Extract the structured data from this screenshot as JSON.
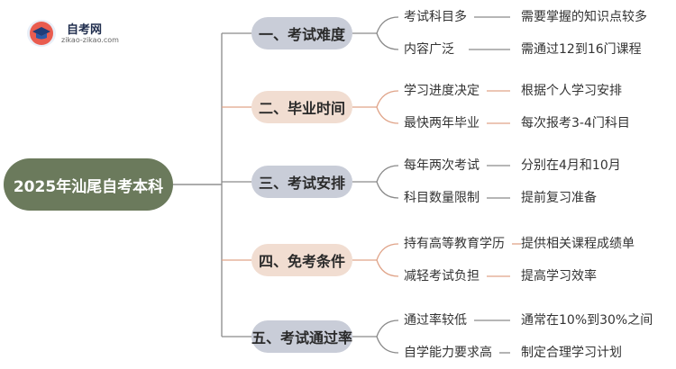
{
  "logo": {
    "title": "自考网",
    "subtitle": "zikao-zikao.com"
  },
  "root": {
    "label": "2025年汕尾自考本科"
  },
  "branches": [
    {
      "label": "一、考试难度",
      "color": "#c9cdd8",
      "items": [
        {
          "text": "考试科目多",
          "detail": "需要掌握的知识点较多"
        },
        {
          "text": "内容广泛",
          "detail": "需通过12到16门课程"
        }
      ]
    },
    {
      "label": "二、毕业时间",
      "color": "#f1ddd1",
      "items": [
        {
          "text": "学习进度决定",
          "detail": "根据个人学习安排"
        },
        {
          "text": "最快两年毕业",
          "detail": "每次报考3-4门科目"
        }
      ]
    },
    {
      "label": "三、考试安排",
      "color": "#c9cdd8",
      "items": [
        {
          "text": "每年两次考试",
          "detail": "分别在4月和10月"
        },
        {
          "text": "科目数量限制",
          "detail": "提前复习准备"
        }
      ]
    },
    {
      "label": "四、免考条件",
      "color": "#f1ddd1",
      "items": [
        {
          "text": "持有高等教育学历",
          "detail": "提供相关课程成绩单"
        },
        {
          "text": "减轻考试负担",
          "detail": "提高学习效率"
        }
      ]
    },
    {
      "label": "五、考试通过率",
      "color": "#c9cdd8",
      "items": [
        {
          "text": "通过率较低",
          "detail": "通常在10%到30%之间"
        },
        {
          "text": "自学能力要求高",
          "detail": "制定合理学习计划"
        }
      ]
    }
  ]
}
